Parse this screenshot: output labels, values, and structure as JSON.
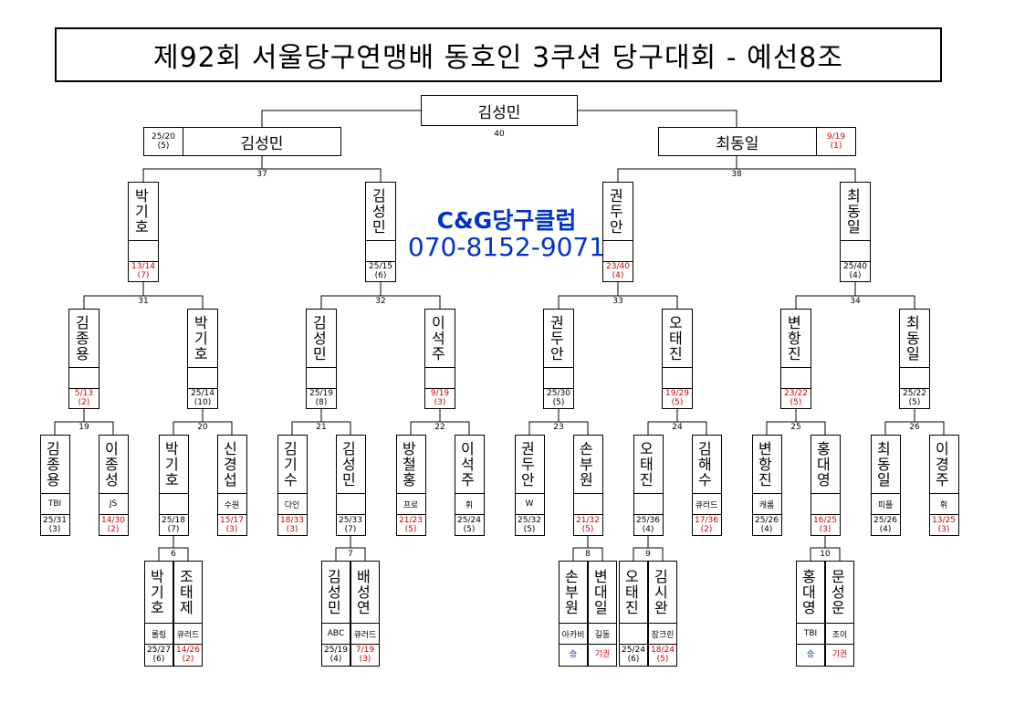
{
  "title": "제92회 서울당구연맹배 동호인 3쿠션 당구대회 - 예선8조",
  "advert": {
    "name": "C&G당구클럽",
    "phone": "070-8152-9071"
  },
  "champion": {
    "name": "김성민",
    "match": "40"
  },
  "finalists": {
    "left": {
      "name": "김성민",
      "score": "25/20",
      "inn": "(5)",
      "color": "black"
    },
    "right": {
      "name": "최동일",
      "score": "9/19",
      "inn": "(1)",
      "color": "red"
    }
  },
  "match_numbers": {
    "m19": "19",
    "m20": "20",
    "m21": "21",
    "m22": "22",
    "m23": "23",
    "m24": "24",
    "m25": "25",
    "m26": "26",
    "m31": "31",
    "m32": "32",
    "m33": "33",
    "m34": "34",
    "m37": "37",
    "m38": "38",
    "m6": "6",
    "m7": "7",
    "m8": "8",
    "m9": "9",
    "m10": "10"
  },
  "semis": [
    {
      "id": "s1",
      "name": "박기호",
      "club": "",
      "score": "13/14",
      "inn": "(7)",
      "color": "red"
    },
    {
      "id": "s2",
      "name": "김성민",
      "club": "",
      "score": "25/15",
      "inn": "(6)",
      "color": "black"
    },
    {
      "id": "s3",
      "name": "권두안",
      "club": "",
      "score": "23/40",
      "inn": "(4)",
      "color": "red"
    },
    {
      "id": "s4",
      "name": "최동일",
      "club": "",
      "score": "25/40",
      "inn": "(4)",
      "color": "black"
    }
  ],
  "quarters": [
    {
      "id": "q1",
      "name": "김종용",
      "club": "",
      "score": "5/13",
      "inn": "(2)",
      "color": "red"
    },
    {
      "id": "q2",
      "name": "박기호",
      "club": "",
      "score": "25/14",
      "inn": "(10)",
      "color": "black"
    },
    {
      "id": "q3",
      "name": "김성민",
      "club": "",
      "score": "25/19",
      "inn": "(8)",
      "color": "black"
    },
    {
      "id": "q4",
      "name": "이석주",
      "club": "",
      "score": "9/19",
      "inn": "(3)",
      "color": "red"
    },
    {
      "id": "q5",
      "name": "권두안",
      "club": "",
      "score": "25/30",
      "inn": "(5)",
      "color": "black"
    },
    {
      "id": "q6",
      "name": "오태진",
      "club": "",
      "score": "19/29",
      "inn": "(5)",
      "color": "red"
    },
    {
      "id": "q7",
      "name": "변항진",
      "club": "",
      "score": "23/22",
      "inn": "(5)",
      "color": "red"
    },
    {
      "id": "q8",
      "name": "최동일",
      "club": "",
      "score": "25/22",
      "inn": "(5)",
      "color": "black"
    }
  ],
  "round16": [
    {
      "id": "r1",
      "name": "김종용",
      "club": "TBI",
      "score": "25/31",
      "inn": "(3)",
      "color": "black"
    },
    {
      "id": "r2",
      "name": "이종성",
      "club": "JS",
      "score": "14/30",
      "inn": "(2)",
      "color": "red"
    },
    {
      "id": "r3",
      "name": "박기호",
      "club": "",
      "score": "25/18",
      "inn": "(7)",
      "color": "black"
    },
    {
      "id": "r4",
      "name": "신경섭",
      "club": "수원",
      "score": "15/17",
      "inn": "(3)",
      "color": "red"
    },
    {
      "id": "r5",
      "name": "김기수",
      "club": "다인",
      "score": "18/33",
      "inn": "(3)",
      "color": "red"
    },
    {
      "id": "r6",
      "name": "김성민",
      "club": "",
      "score": "25/33",
      "inn": "(7)",
      "color": "black"
    },
    {
      "id": "r7",
      "name": "방철홍",
      "club": "프로",
      "score": "21/23",
      "inn": "(5)",
      "color": "red"
    },
    {
      "id": "r8",
      "name": "이석주",
      "club": "휘",
      "score": "25/24",
      "inn": "(5)",
      "color": "black"
    },
    {
      "id": "r9",
      "name": "권두안",
      "club": "W",
      "score": "25/32",
      "inn": "(5)",
      "color": "black"
    },
    {
      "id": "r10",
      "name": "손부원",
      "club": "",
      "score": "21/32",
      "inn": "(5)",
      "color": "red"
    },
    {
      "id": "r11",
      "name": "오태진",
      "club": "",
      "score": "25/36",
      "inn": "(4)",
      "color": "black"
    },
    {
      "id": "r12",
      "name": "김해수",
      "club": "큐러드",
      "score": "17/36",
      "inn": "(2)",
      "color": "red"
    },
    {
      "id": "r13",
      "name": "변항진",
      "club": "캐롬",
      "score": "25/26",
      "inn": "(4)",
      "color": "black"
    },
    {
      "id": "r14",
      "name": "홍대영",
      "club": "",
      "score": "16/25",
      "inn": "(3)",
      "color": "red"
    },
    {
      "id": "r15",
      "name": "최동일",
      "club": "피플",
      "score": "25/26",
      "inn": "(4)",
      "color": "black"
    },
    {
      "id": "r16",
      "name": "이경주",
      "club": "휘",
      "score": "13/25",
      "inn": "(3)",
      "color": "red"
    }
  ],
  "prelims": [
    {
      "id": "p1",
      "name": "박기호",
      "club": "롤링",
      "score": "25/27",
      "inn": "(6)",
      "color": "black"
    },
    {
      "id": "p2",
      "name": "조태제",
      "club": "큐러드",
      "score": "14/26",
      "inn": "(2)",
      "color": "red"
    },
    {
      "id": "p3",
      "name": "김성민",
      "club": "ABC",
      "score": "25/19",
      "inn": "(4)",
      "color": "black"
    },
    {
      "id": "p4",
      "name": "배성연",
      "club": "큐러드",
      "score": "7/19",
      "inn": "(3)",
      "color": "red"
    },
    {
      "id": "p5",
      "name": "손부원",
      "club": "아카비",
      "score": "승",
      "inn": "",
      "color": "blue"
    },
    {
      "id": "p6",
      "name": "변대일",
      "club": "길동",
      "score": "기권",
      "inn": "",
      "color": "red"
    },
    {
      "id": "p7",
      "name": "오태진",
      "club": "",
      "score": "25/24",
      "inn": "(6)",
      "color": "black"
    },
    {
      "id": "p8",
      "name": "김시완",
      "club": "잠크린",
      "score": "18/24",
      "inn": "(5)",
      "color": "red"
    },
    {
      "id": "p9",
      "name": "홍대영",
      "club": "TBI",
      "score": "승",
      "inn": "",
      "color": "blue"
    },
    {
      "id": "p10",
      "name": "문성운",
      "club": "조이",
      "score": "기권",
      "inn": "",
      "color": "red"
    }
  ]
}
